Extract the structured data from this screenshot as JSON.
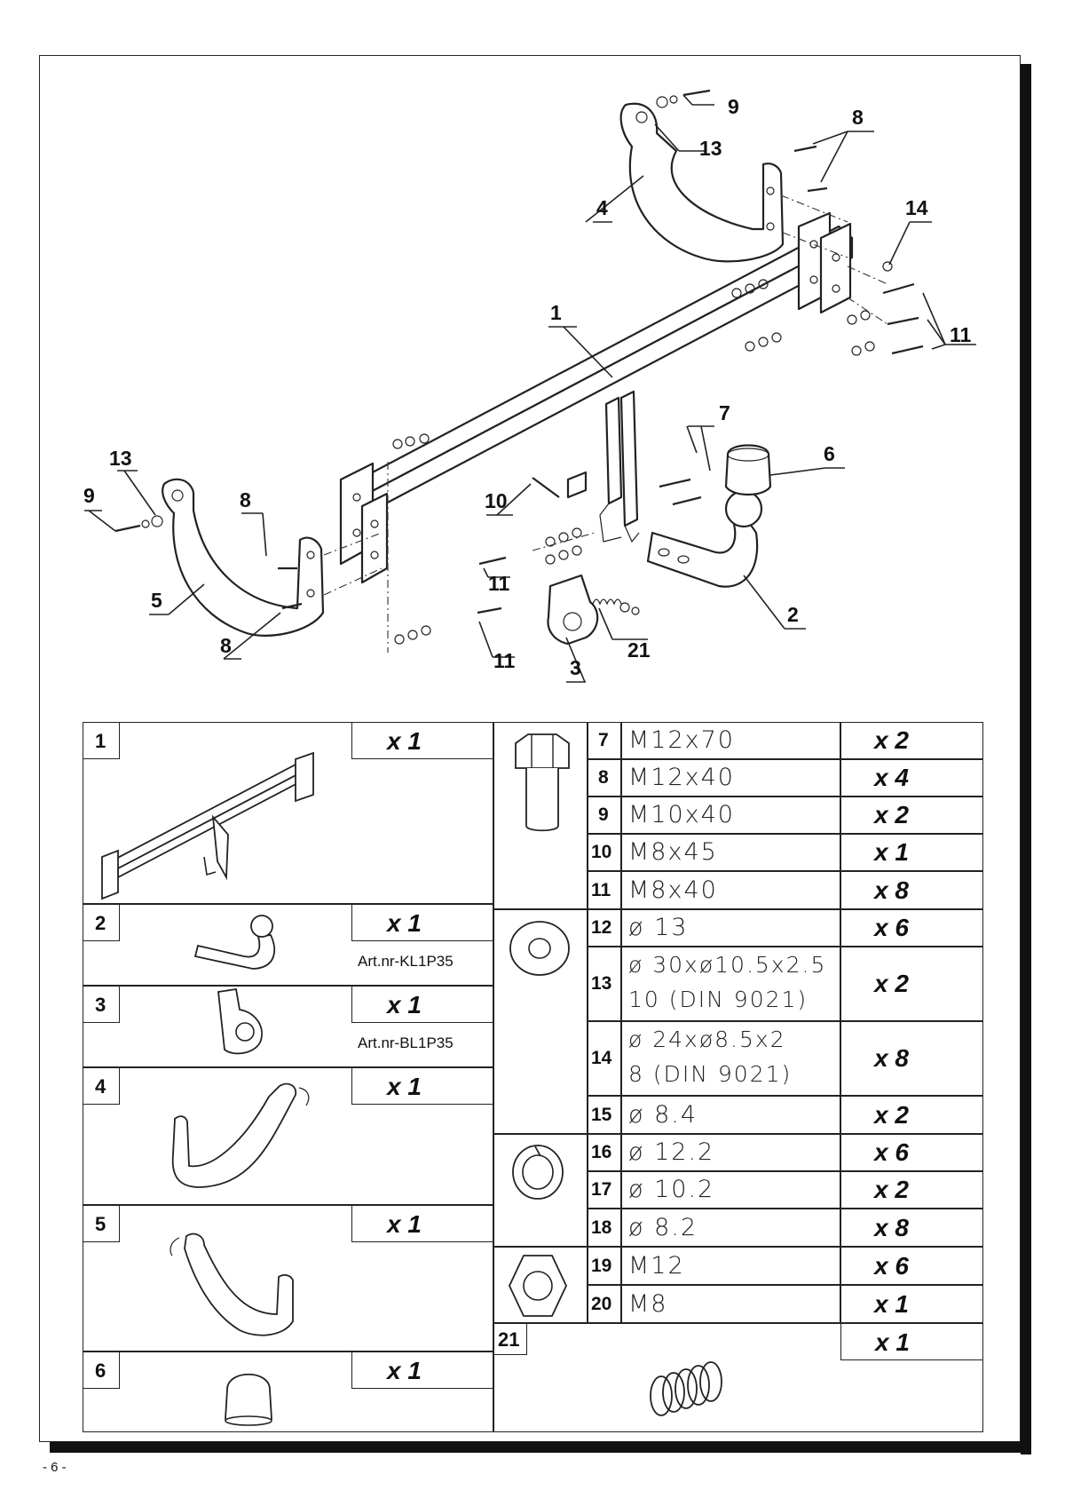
{
  "page": {
    "number": "- 6 -"
  },
  "callouts": {
    "c1": "1",
    "c2": "2",
    "c3": "3",
    "c4": "4",
    "c5": "5",
    "c6": "6",
    "c7": "7",
    "c8a": "8",
    "c8b": "8",
    "c8c": "8",
    "c9a": "9",
    "c9b": "9",
    "c10": "10",
    "c11a": "11",
    "c11b": "11",
    "c11c": "11",
    "c13a": "13",
    "c13b": "13",
    "c14": "14",
    "c21": "21"
  },
  "parts_left": [
    {
      "num": "1",
      "qty": "x 1",
      "art": ""
    },
    {
      "num": "2",
      "qty": "x 1",
      "art": "Art.nr-KL1P35"
    },
    {
      "num": "3",
      "qty": "x 1",
      "art": "Art.nr-BL1P35"
    },
    {
      "num": "4",
      "qty": "x 1",
      "art": ""
    },
    {
      "num": "5",
      "qty": "x 1",
      "art": ""
    },
    {
      "num": "6",
      "qty": "x 1",
      "art": ""
    }
  ],
  "parts_right": [
    {
      "num": "7",
      "spec": "M12x70",
      "qty": "x 2"
    },
    {
      "num": "8",
      "spec": "M12x40",
      "qty": "x 4"
    },
    {
      "num": "9",
      "spec": "M10x40",
      "qty": "x 2"
    },
    {
      "num": "10",
      "spec": "M8x45",
      "qty": "x 1"
    },
    {
      "num": "11",
      "spec": "M8x40",
      "qty": "x 8"
    },
    {
      "num": "12",
      "spec": "ø 13",
      "qty": "x 6"
    },
    {
      "num": "13",
      "spec": "ø 30xø10.5x2.5",
      "spec2": "10 (DIN 9021)",
      "qty": "x 2"
    },
    {
      "num": "14",
      "spec": "ø 24xø8.5x2",
      "spec2": "8 (DIN 9021)",
      "qty": "x 8"
    },
    {
      "num": "15",
      "spec": "ø 8.4",
      "qty": "x 2"
    },
    {
      "num": "16",
      "spec": "ø 12.2",
      "qty": "x 6"
    },
    {
      "num": "17",
      "spec": "ø 10.2",
      "qty": "x 2"
    },
    {
      "num": "18",
      "spec": "ø 8.2",
      "qty": "x 8"
    },
    {
      "num": "19",
      "spec": "M12",
      "qty": "x 6"
    },
    {
      "num": "20",
      "spec": "M8",
      "qty": "x 1"
    },
    {
      "num": "21",
      "qty": "x 1"
    }
  ],
  "icons": {
    "bolt": "hex-bolt-icon",
    "washer": "flat-washer-icon",
    "lock_washer": "spring-washer-icon",
    "nut": "hex-nut-icon",
    "spring": "coil-spring-icon"
  }
}
